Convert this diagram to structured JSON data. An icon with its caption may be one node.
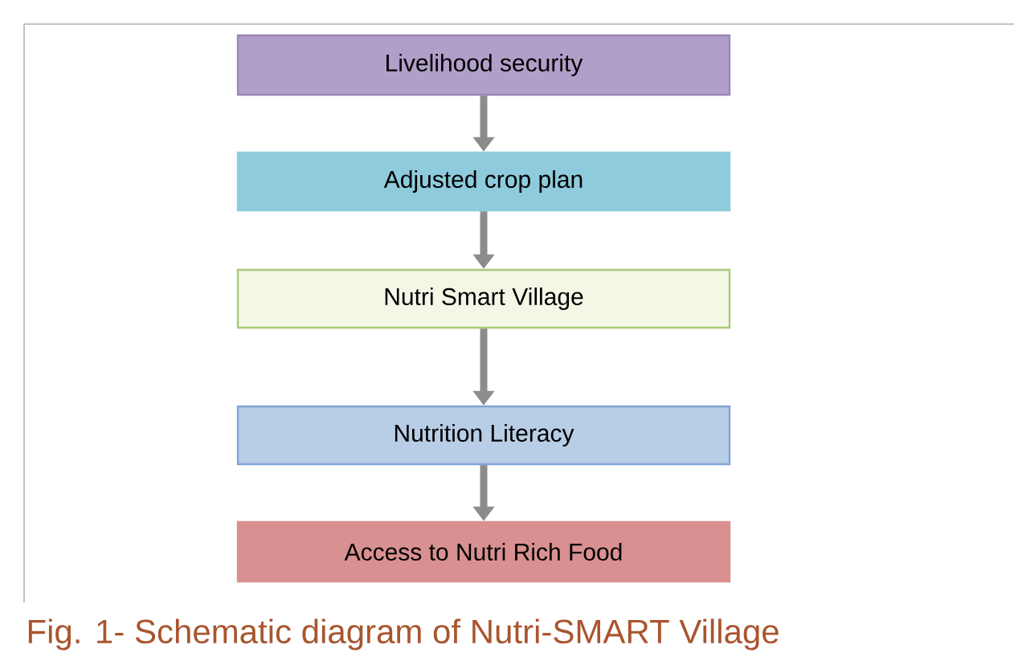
{
  "diagram": {
    "caption": "Fig. 1-  Schematic diagram of  Nutri-SMART Village",
    "nodes": [
      {
        "text": [
          "Livelihood security"
        ]
      },
      {
        "text": [
          "Adjusted crop plan"
        ]
      },
      {
        "text": [
          "Nutri  Smart Village"
        ]
      },
      {
        "text": [
          "Nutrition Literacy"
        ]
      },
      {
        "text": [
          "Access to Nutri Rich Food"
        ]
      }
    ],
    "edges": [
      {
        "from": 0,
        "to": 1,
        "arrow": "to"
      },
      {
        "from": 1,
        "to": 2,
        "arrow": "to"
      },
      {
        "from": 2,
        "to": 3,
        "arrow": "to"
      },
      {
        "from": 3,
        "to": 4,
        "arrow": "to"
      }
    ]
  }
}
